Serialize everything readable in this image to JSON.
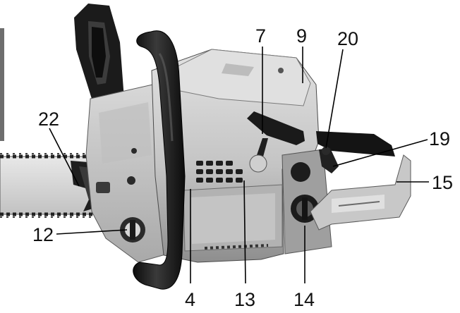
{
  "callouts": [
    {
      "id": "7",
      "label": "7"
    },
    {
      "id": "9",
      "label": "9"
    },
    {
      "id": "20",
      "label": "20"
    },
    {
      "id": "22",
      "label": "22"
    },
    {
      "id": "19",
      "label": "19"
    },
    {
      "id": "15",
      "label": "15"
    },
    {
      "id": "12",
      "label": "12"
    },
    {
      "id": "4",
      "label": "4"
    },
    {
      "id": "13",
      "label": "13"
    },
    {
      "id": "14",
      "label": "14"
    }
  ],
  "colors": {
    "body_light": "#d2d2d2",
    "body_mid": "#b4b4b4",
    "body_dark": "#8a8a8a",
    "handle_black": "#161616",
    "line": "#000000",
    "background": "#ffffff"
  }
}
